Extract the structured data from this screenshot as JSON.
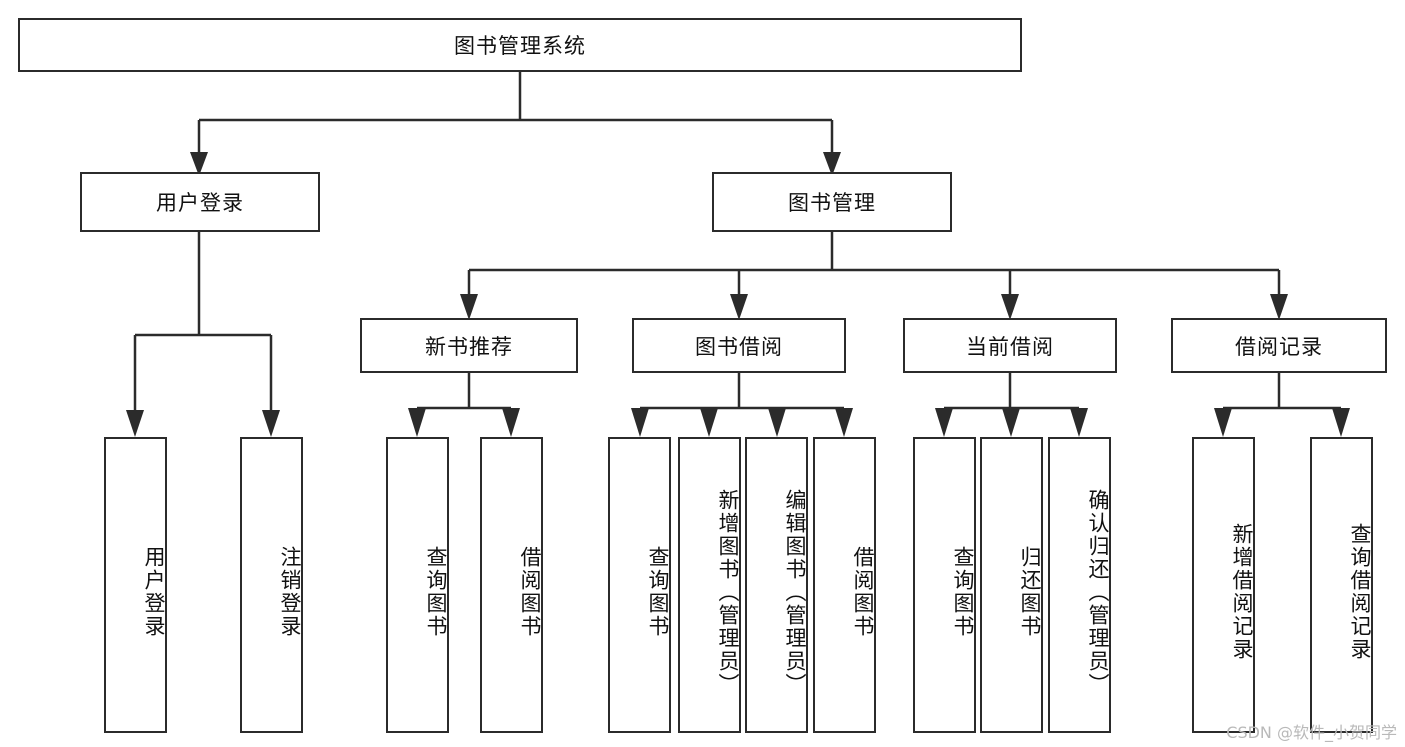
{
  "diagram": {
    "title": "图书管理系统",
    "type": "tree-hierarchy-chart",
    "watermark": "CSDN @软件_小贺同学",
    "root": {
      "label": "图书管理系统"
    },
    "level2": [
      {
        "label": "用户登录"
      },
      {
        "label": "图书管理"
      }
    ],
    "level3": [
      {
        "label": "新书推荐"
      },
      {
        "label": "图书借阅"
      },
      {
        "label": "当前借阅"
      },
      {
        "label": "借阅记录"
      }
    ],
    "leaves": {
      "user_login": [
        {
          "label": "用户登录"
        },
        {
          "label": "注销登录"
        }
      ],
      "new_book_recommend": [
        {
          "label": "查询图书"
        },
        {
          "label": "借阅图书"
        }
      ],
      "book_borrow": [
        {
          "label": "查询图书"
        },
        {
          "label": "新增图书（管理员）"
        },
        {
          "label": "编辑图书（管理员）"
        },
        {
          "label": "借阅图书"
        }
      ],
      "current_borrow": [
        {
          "label": "查询图书"
        },
        {
          "label": "归还图书"
        },
        {
          "label": "确认归还（管理员）"
        }
      ],
      "borrow_record": [
        {
          "label": "新增借阅记录"
        },
        {
          "label": "查询借阅记录"
        }
      ]
    },
    "colors": {
      "line": "#2b2b2b",
      "box_fill": "#ffffff",
      "watermark": "#b9b9b9"
    }
  }
}
